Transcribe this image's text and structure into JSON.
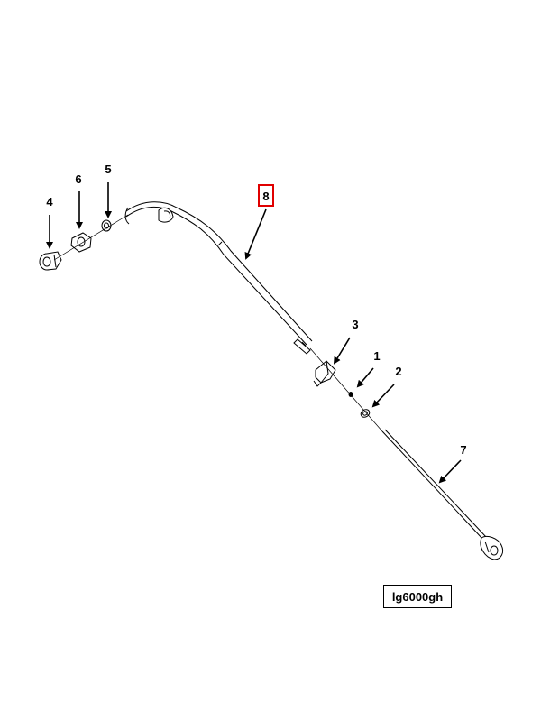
{
  "diagram": {
    "callouts": [
      {
        "id": "1",
        "label": "1"
      },
      {
        "id": "2",
        "label": "2"
      },
      {
        "id": "3",
        "label": "3"
      },
      {
        "id": "4",
        "label": "4"
      },
      {
        "id": "5",
        "label": "5"
      },
      {
        "id": "6",
        "label": "6"
      },
      {
        "id": "7",
        "label": "7"
      },
      {
        "id": "8",
        "label": "8",
        "highlighted": true
      }
    ],
    "drawing_code": "lg6000gh",
    "colors": {
      "line": "#000000",
      "highlight": "#e00000",
      "background": "#ffffff"
    }
  }
}
